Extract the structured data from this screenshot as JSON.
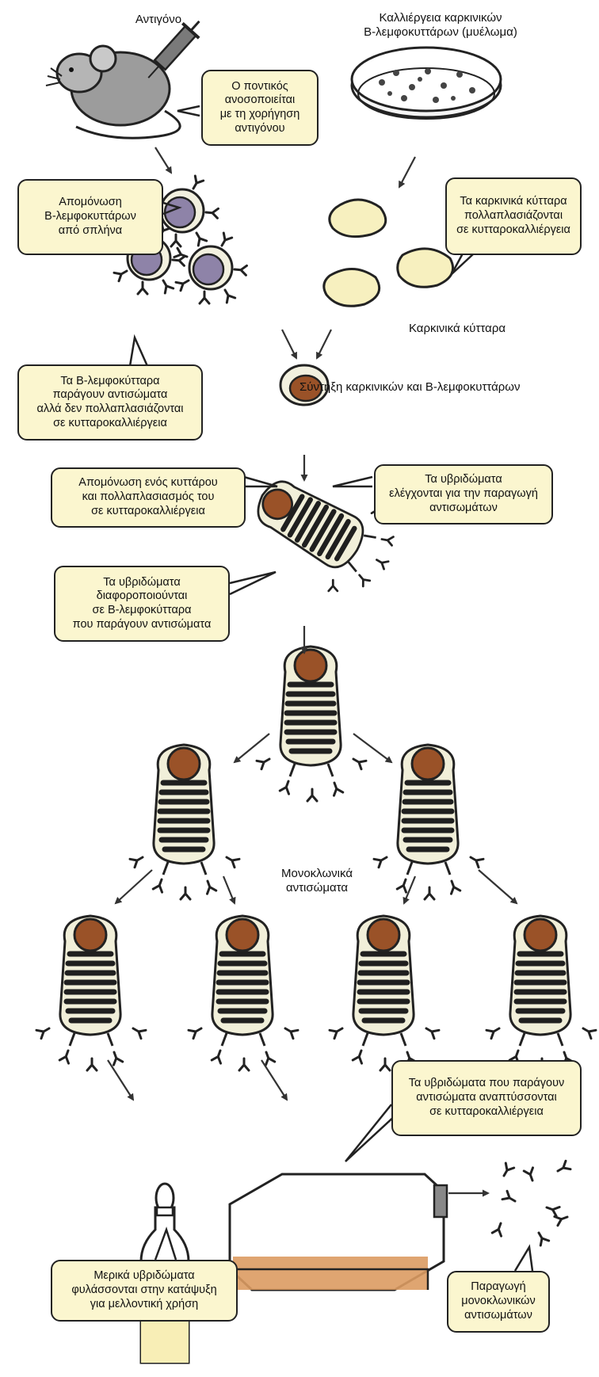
{
  "labels": {
    "antigen": "Αντιγόνο",
    "culture_title": "Καλλιέργεια καρκινικών",
    "culture_subtitle": "Β-λεμφοκυττάρων (μυέλωμα)",
    "cancer_cells": "Καρκινικά κύτταρα",
    "fusion": "Σύντηξη καρκινικών και Β-λεμφοκυττάρων",
    "monoclonal_line1": "Μονοκλωνικά",
    "monoclonal_line2": "αντισώματα"
  },
  "boxes": {
    "mouse_immunized": [
      "Ο ποντικός",
      "ανοσοποιείται",
      "με τη χορήγηση",
      "αντιγόνου"
    ],
    "isolate_b_cells": [
      "Απομόνωση",
      "Β-λεμφοκυττάρων",
      "από σπλήνα"
    ],
    "cancer_multiply": [
      "Τα καρκινικά κύτταρα",
      "πολλαπλασιάζονται",
      "σε κυτταροκαλλιέργεια"
    ],
    "b_cells_no_multiply": [
      "Τα Β-λεμφοκύτταρα",
      "παράγουν αντισώματα",
      "αλλά δεν πολλαπλασιάζονται",
      "σε κυτταροκαλλιέργεια"
    ],
    "isolate_single_cell": [
      "Απομόνωση ενός κυττάρου",
      "και πολλαπλασιασμός του",
      "σε κυτταροκαλλιέργεια"
    ],
    "hybridomas_tested": [
      "Τα υβριδώματα",
      "ελέγχονται για την παραγωγή",
      "αντισωμάτων"
    ],
    "hybridomas_differentiate": [
      "Τα υβριδώματα",
      "διαφοροποιούνται",
      "σε Β-λεμφοκύτταρα",
      "που παράγουν αντισώματα"
    ],
    "hybridomas_grow": [
      "Τα υβριδώματα που παράγουν",
      "αντισώματα αναπτύσσονται",
      "σε κυτταροκαλλιέργεια"
    ],
    "hybridomas_frozen": [
      "Μερικά υβριδώματα",
      "φυλάσσονται στην κατάψυξη",
      "για μελλοντική χρήση"
    ],
    "production": [
      "Παραγωγή",
      "μονοκλωνικών",
      "αντισωμάτων"
    ]
  },
  "colors": {
    "box_fill": "#fbf6cf",
    "nucleus_brown": "#9a5228",
    "nucleus_purple": "#8e83a8",
    "cancer_cell_fill": "#f7f0bf",
    "hybridoma_body": "#f1efd9",
    "mouse_gray": "#9c9c9c",
    "medium_orange": "#dc9b62"
  },
  "icons": [
    "mouse-icon",
    "syringe-icon",
    "petri-dish-icon",
    "vial-icon",
    "culture-flask-icon",
    "antibody-icon"
  ]
}
